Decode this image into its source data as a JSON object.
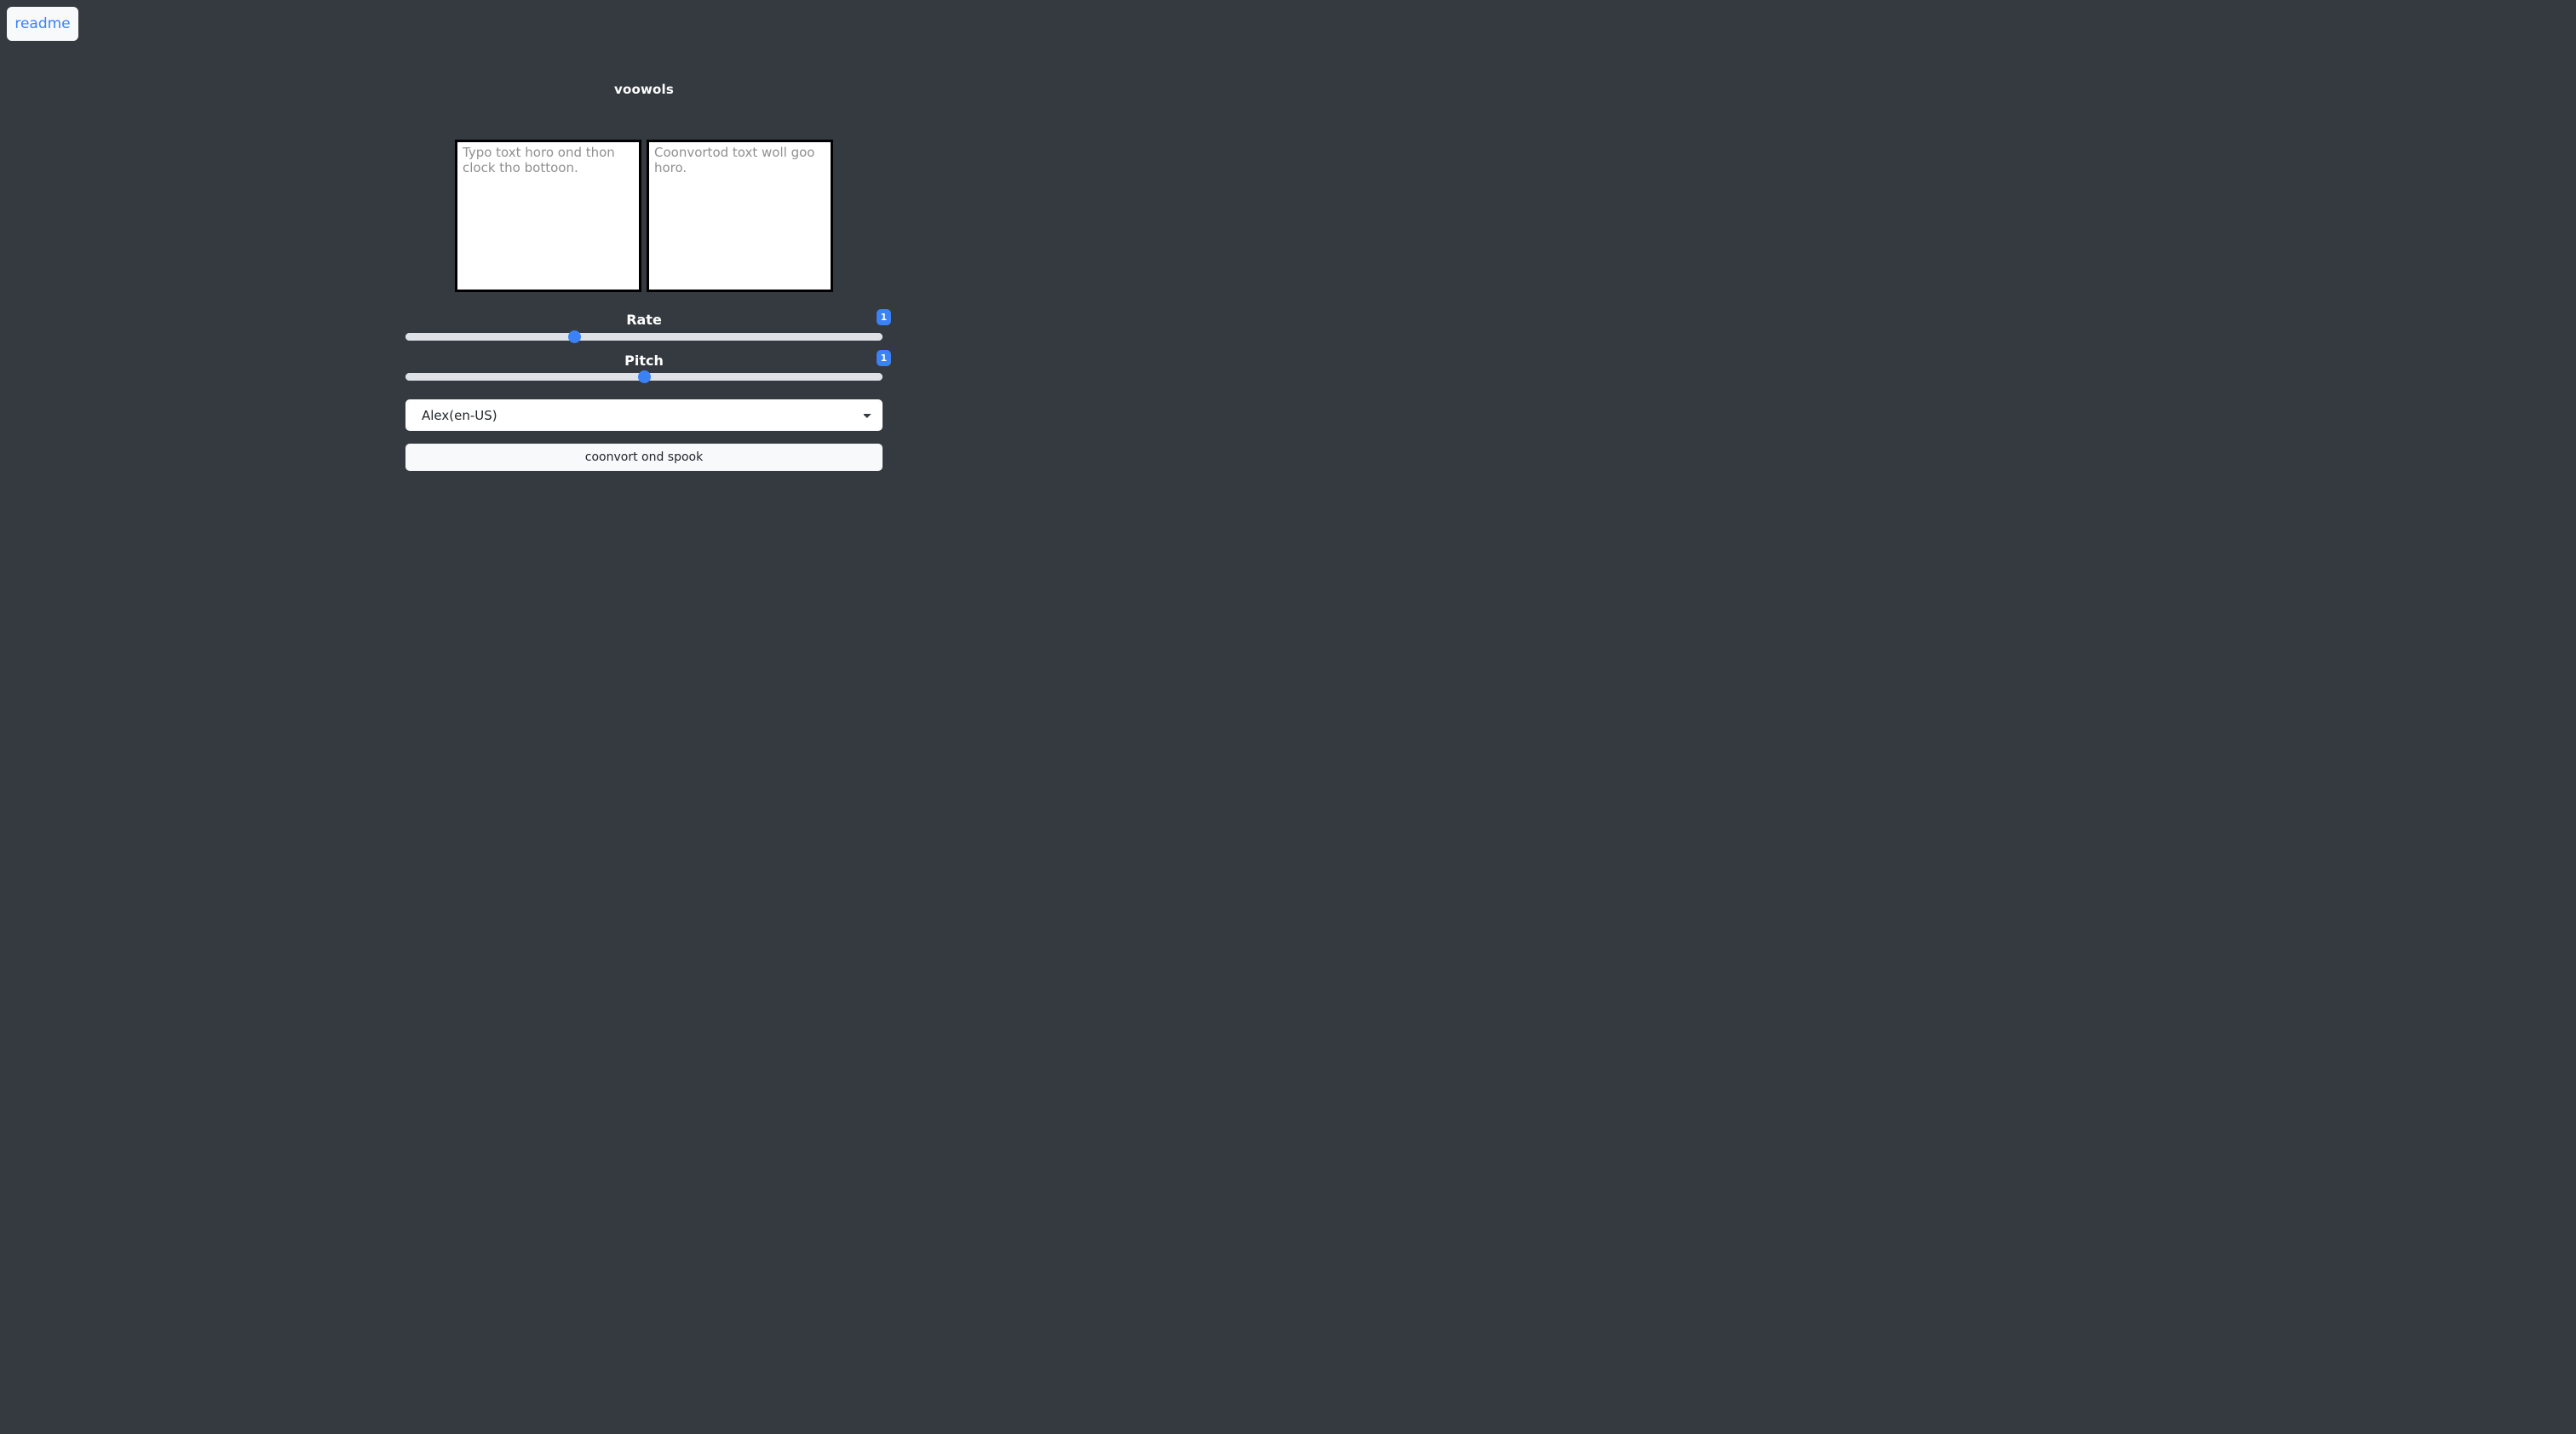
{
  "page": {
    "background_color": "#343a40",
    "title": "voowols"
  },
  "readme": {
    "label": "readme",
    "text_color": "#3b82f6",
    "background_color": "#f8f9fa"
  },
  "textareas": {
    "input": {
      "placeholder": "Typo toxt horo ond thon clock tho bottoon.",
      "value": ""
    },
    "output": {
      "placeholder": "Coonvortod toxt woll goo horo.",
      "value": ""
    }
  },
  "controls": {
    "rate": {
      "label": "Rate",
      "value": "1",
      "min": "0",
      "max": "2",
      "step": "0.1",
      "badge_color": "#3b82f6"
    },
    "pitch": {
      "label": "Pitch",
      "value": "1",
      "min": "0",
      "max": "2",
      "step": "0.1",
      "badge_color": "#3b82f6"
    },
    "voice": {
      "selected": "Alex(en-US)",
      "options": [
        "Alex(en-US)"
      ]
    },
    "speak": {
      "label": "coonvort ond spook"
    }
  },
  "icons": {
    "chevron_down": "chevron-down-icon"
  }
}
